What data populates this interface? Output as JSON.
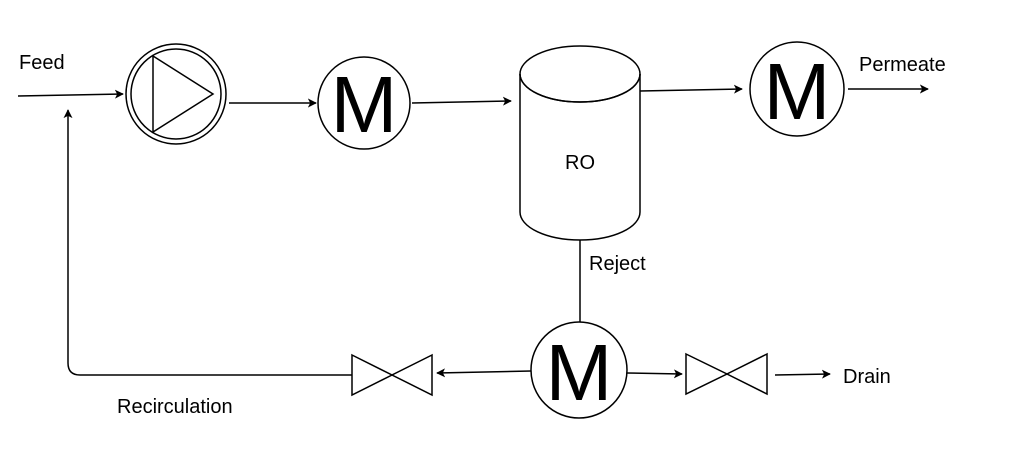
{
  "diagram": {
    "labels": {
      "feed": "Feed",
      "permeate": "Permeate",
      "reject": "Reject",
      "recirculation": "Recirculation",
      "drain": "Drain",
      "ro": "RO"
    },
    "meters": {
      "meter1": "M",
      "meter2": "M",
      "meter3": "M"
    },
    "colors": {
      "stroke": "#000000",
      "fill": "#ffffff",
      "text": "#000000"
    }
  }
}
